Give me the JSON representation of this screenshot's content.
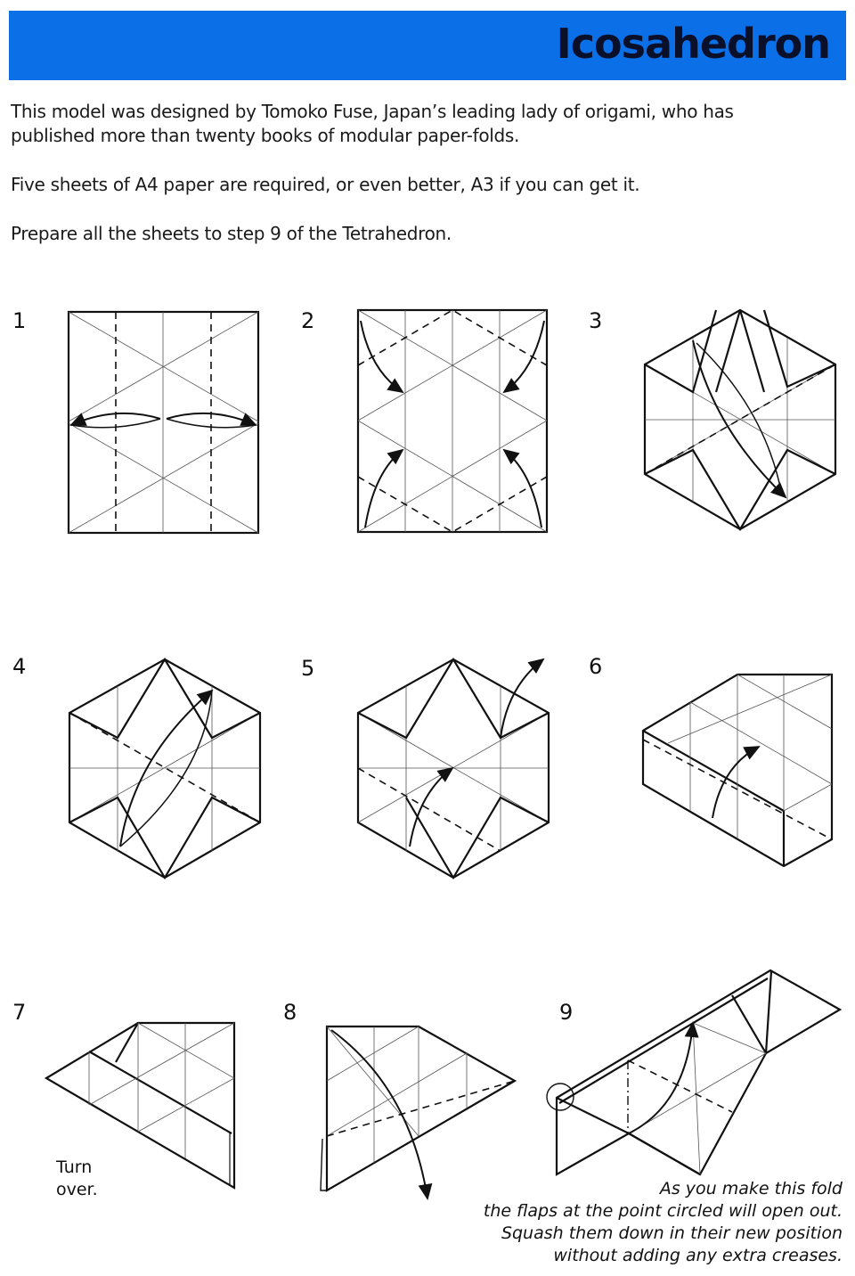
{
  "header": {
    "title": "Icosahedron",
    "color": "#0b6fe8"
  },
  "intro": [
    "This model was designed by Tomoko Fuse, Japan’s leading lady of origami, who has published more than twenty books of modular paper-folds.",
    "Five sheets of A4 paper are required, or even better, A3 if you can get it.",
    "Prepare all the sheets to step 9 of the Tetrahedron."
  ],
  "steps": [
    "1",
    "2",
    "3",
    "4",
    "5",
    "6",
    "7",
    "8",
    "9"
  ],
  "step7_note": [
    "Turn",
    "over."
  ],
  "step9_note": [
    "As you make this fold",
    "the flaps at the point circled will open out.",
    "Squash them down in their new position",
    "without adding any extra creases."
  ]
}
